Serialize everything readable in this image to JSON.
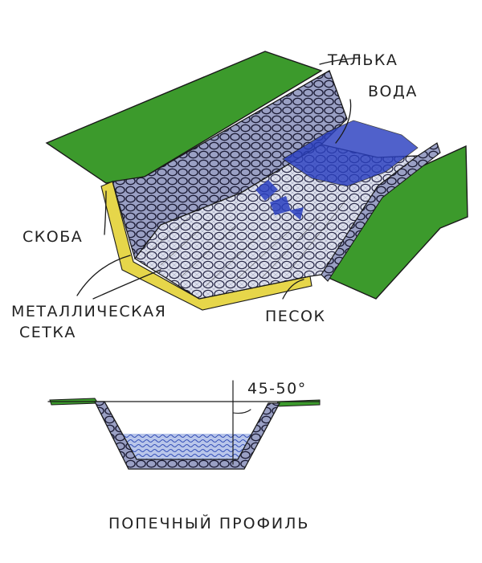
{
  "labels": {
    "talka": "ТАЛЬКА",
    "voda": "ВОДА",
    "skoba": "СКОБА",
    "mesh_line1": "МЕТАЛЛИЧЕСКАЯ",
    "mesh_line2": "СЕТКА",
    "sand": "ПЕСОК",
    "angle": "45-50°"
  },
  "caption": "ПОПЕЧНЫЙ ПРОФИЛЬ",
  "colors": {
    "grass": "#3c9a2c",
    "sand": "#e6d64a",
    "water": "#2a3fc0",
    "mesh": "#3b3b5e",
    "stone_fill": "#cfd3e6",
    "ink": "#1a1a1a",
    "profile_water": "#8fa6d8"
  }
}
